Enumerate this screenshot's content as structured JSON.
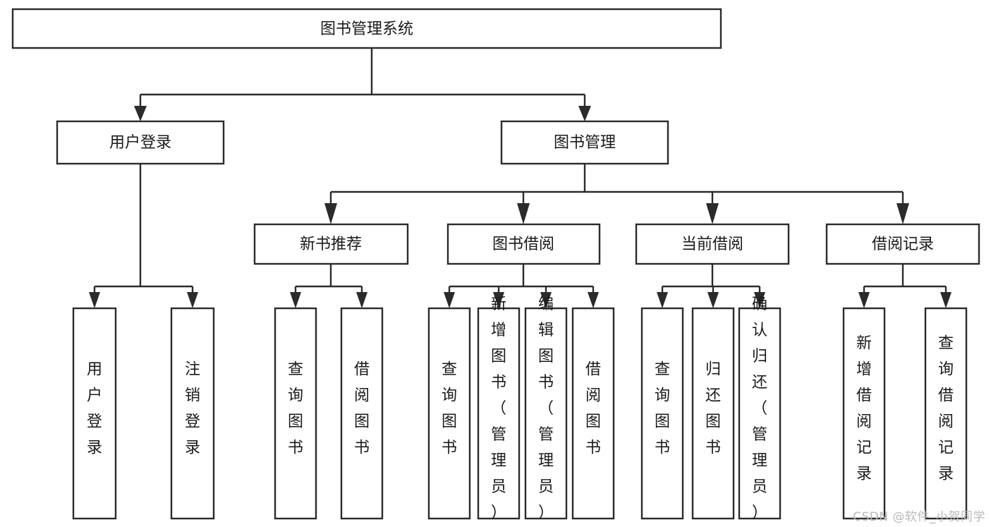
{
  "diagram": {
    "type": "tree",
    "title": "图书管理系统",
    "colors": {
      "box_stroke": "#2b2b2b",
      "box_fill": "#ffffff",
      "connector": "#2b2b2b",
      "text": "#1a1a1a",
      "watermark": "#b9b9b9",
      "background": "#ffffff"
    },
    "root": {
      "label": "图书管理系统"
    },
    "level2": [
      {
        "label": "用户登录"
      },
      {
        "label": "图书管理"
      }
    ],
    "level3": [
      {
        "label": "新书推荐"
      },
      {
        "label": "图书借阅"
      },
      {
        "label": "当前借阅"
      },
      {
        "label": "借阅记录"
      }
    ],
    "leaves": {
      "user_login": [
        {
          "label": "用户登录"
        },
        {
          "label": "注销登录"
        }
      ],
      "new_book_recommend": [
        {
          "label": "查询图书"
        },
        {
          "label": "借阅图书"
        }
      ],
      "book_borrow": [
        {
          "label": "查询图书"
        },
        {
          "label": "新增图书（管理员）"
        },
        {
          "label": "编辑图书（管理员）"
        },
        {
          "label": "借阅图书"
        }
      ],
      "current_borrow": [
        {
          "label": "查询图书"
        },
        {
          "label": "归还图书"
        },
        {
          "label": "确认归还（管理员）"
        }
      ],
      "borrow_record": [
        {
          "label": "新增借阅记录"
        },
        {
          "label": "查询借阅记录"
        }
      ]
    },
    "watermark": "CSDN @软件_小贺同学"
  }
}
